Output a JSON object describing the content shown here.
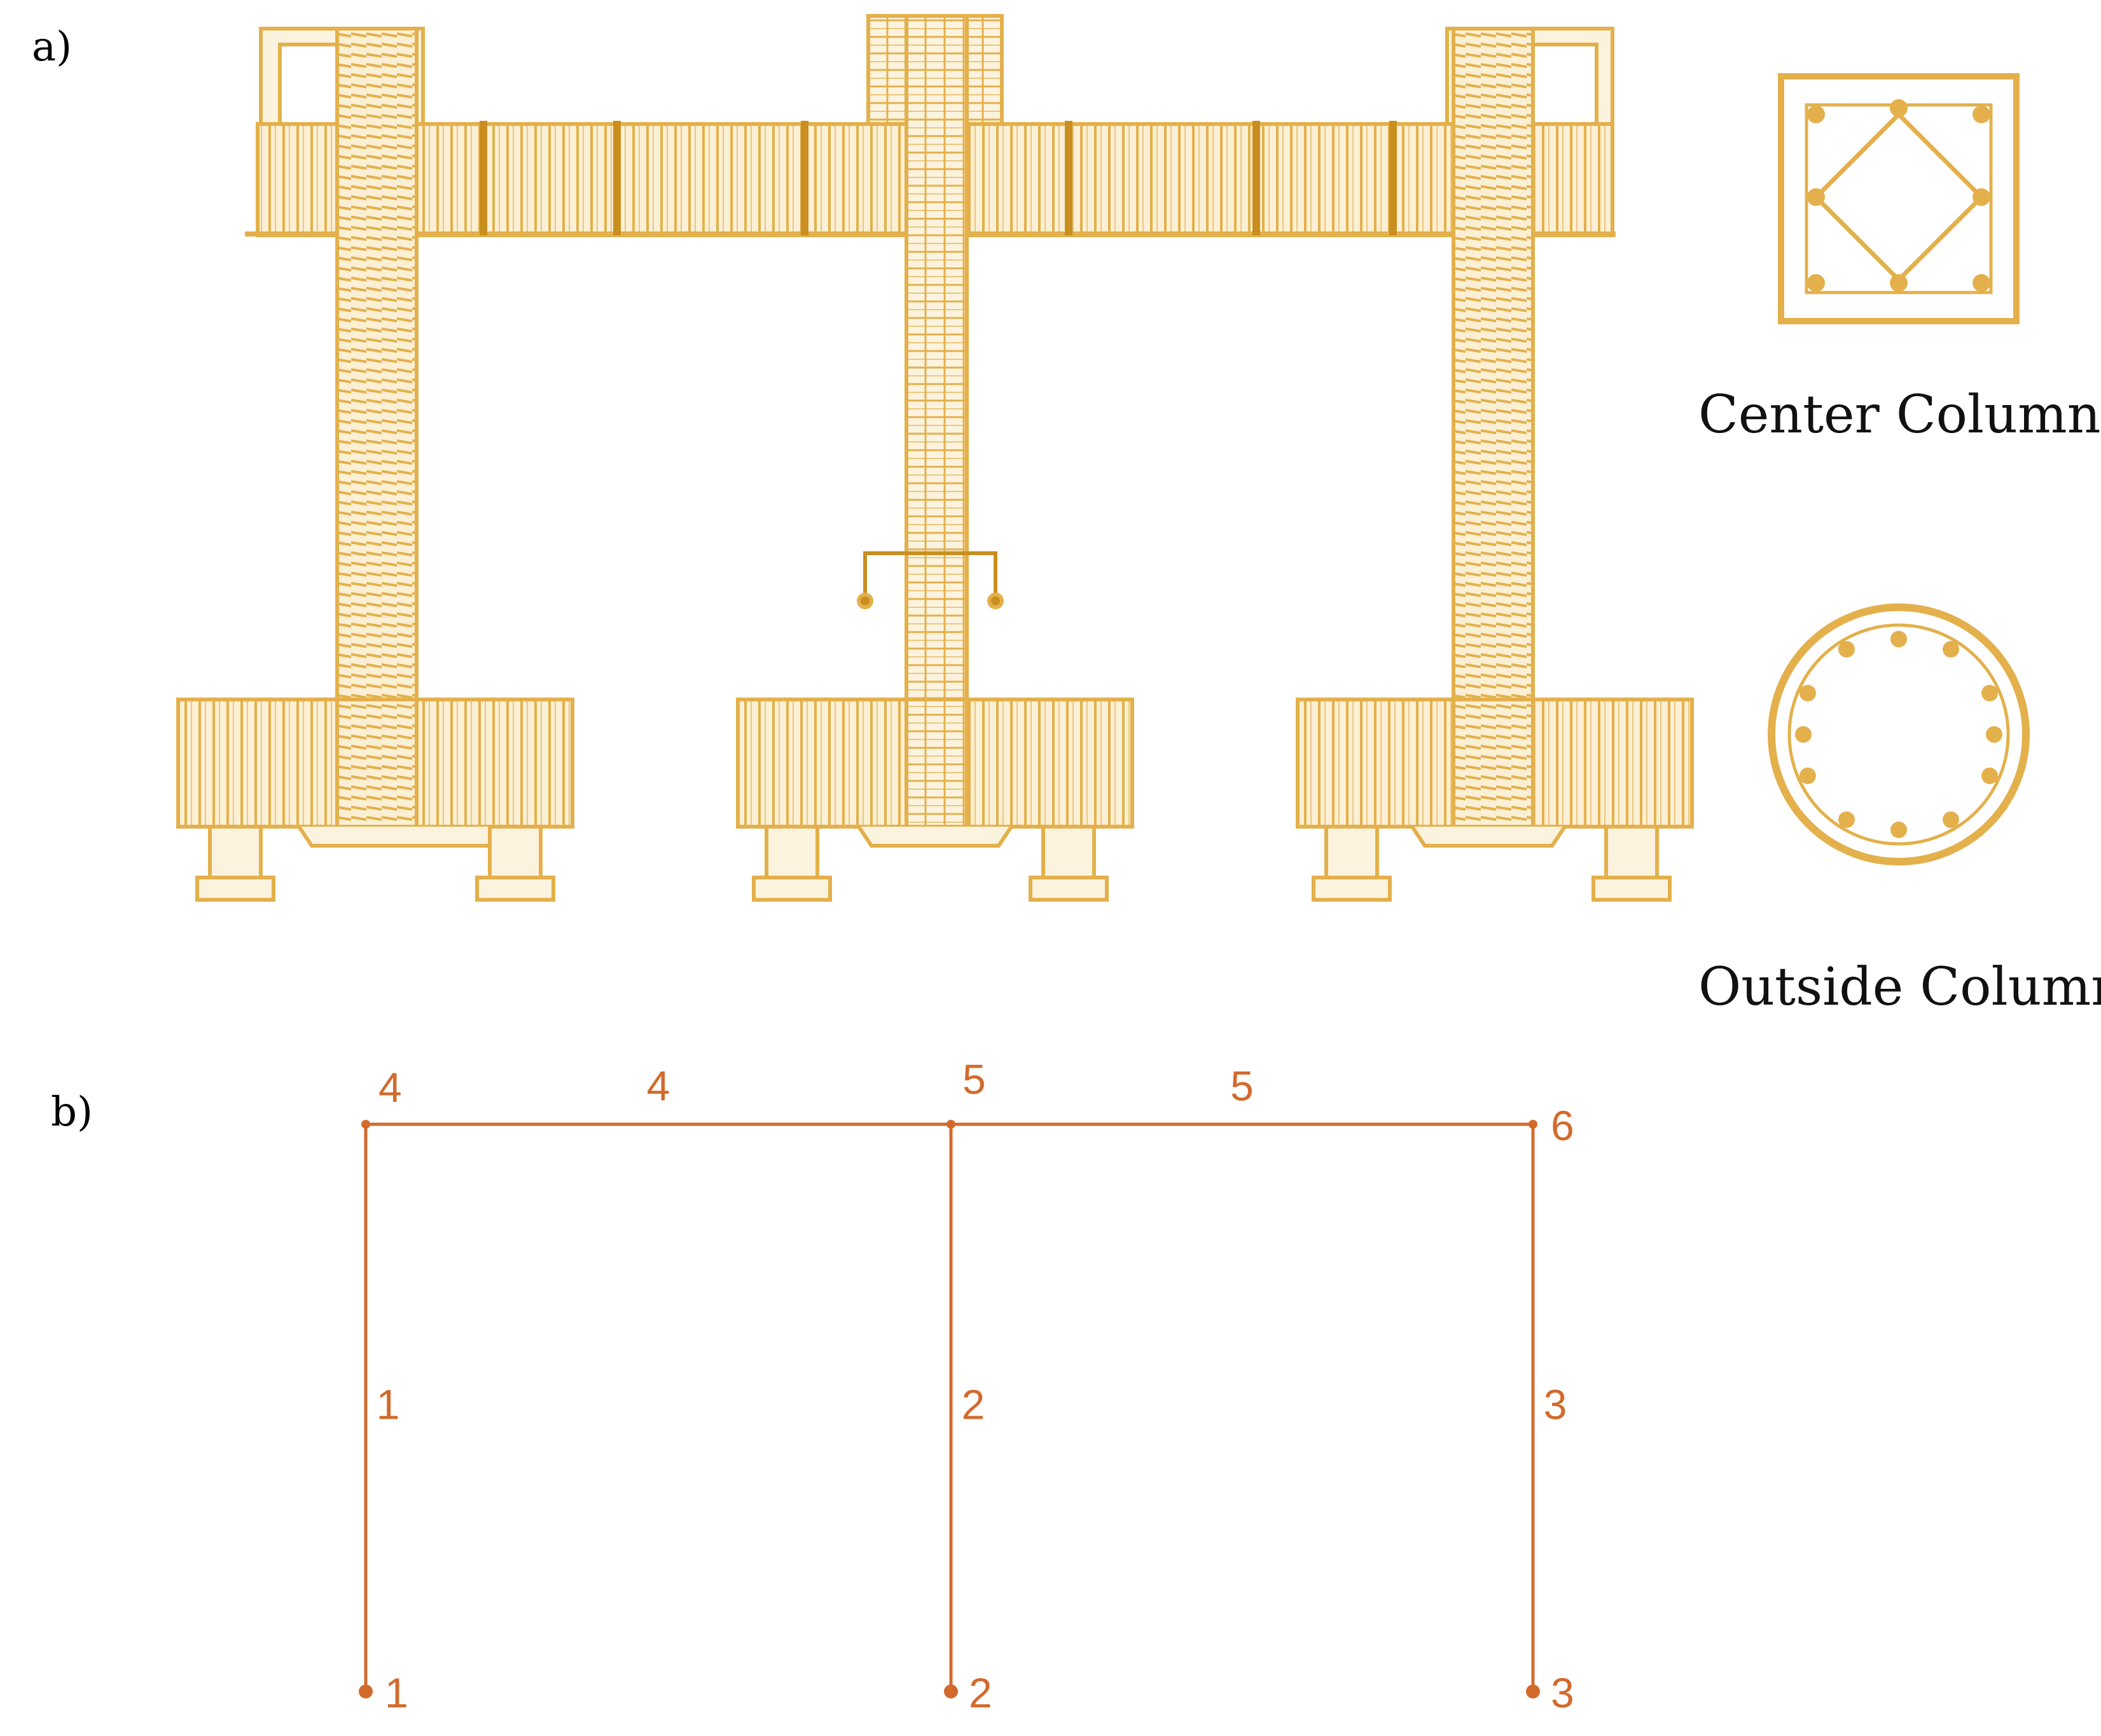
{
  "panels": {
    "a": {
      "label": "a)"
    },
    "b": {
      "label": "b)"
    }
  },
  "captions": {
    "center_column": "Center Column",
    "outside_column": "Outside Column"
  },
  "colors": {
    "drawing": "#E3B04B",
    "drawing_dark": "#C98E1E",
    "model": "#D26A2C"
  },
  "model": {
    "nodes": [
      {
        "id": "1",
        "label": "1"
      },
      {
        "id": "2",
        "label": "2"
      },
      {
        "id": "3",
        "label": "3"
      },
      {
        "id": "4",
        "label": "4"
      },
      {
        "id": "5",
        "label": "5"
      },
      {
        "id": "6",
        "label": "6"
      }
    ],
    "elements": [
      {
        "id": "1",
        "label": "1",
        "from": "1",
        "to": "4"
      },
      {
        "id": "2",
        "label": "2",
        "from": "2",
        "to": "5"
      },
      {
        "id": "3",
        "label": "3",
        "from": "3",
        "to": "6"
      },
      {
        "id": "4",
        "label": "4",
        "from": "4",
        "to": "5"
      },
      {
        "id": "5",
        "label": "5",
        "from": "5",
        "to": "6"
      }
    ]
  }
}
